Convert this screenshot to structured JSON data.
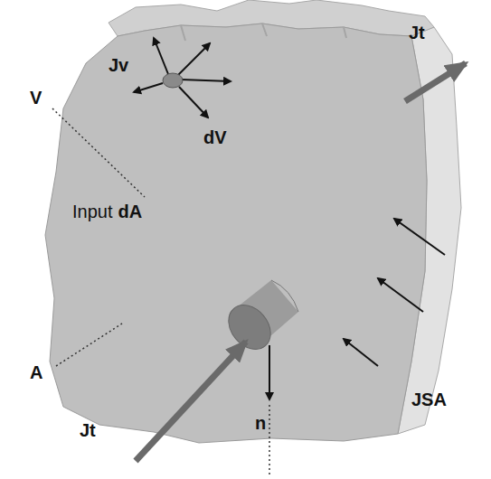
{
  "diagram": {
    "labels": [
      "V",
      "Jv",
      "dV",
      "Input",
      "dA",
      "A",
      "Jt",
      "n",
      "Jt",
      "JSA"
    ]
  }
}
